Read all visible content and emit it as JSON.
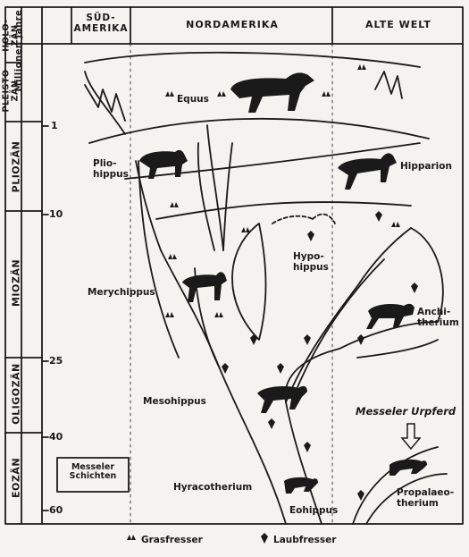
{
  "columns": {
    "sued": "SÜD-\nAMERIKA",
    "nord": "NORDAMERIKA",
    "alte": "ALTE WELT",
    "axis": "Millionen Jahre"
  },
  "epochs": {
    "holozaen": "HOLO-\nZÄN",
    "pleistozaen": "PLEISTO\nZÄN",
    "pliozaen": "PLIOZÄN",
    "miozaen": "MIOZÄN",
    "oligozaen": "OLIGOZÄN",
    "eozaen": "EOZÄN"
  },
  "ticks": [
    "1",
    "10",
    "25",
    "40",
    "60"
  ],
  "taxa": {
    "equus": "Equus",
    "pliohippus": "Plio-\nhippus",
    "hipparion": "Hipparion",
    "hypohippus": "Hypo-\nhippus",
    "merychippus": "Merychippus",
    "anchitherium": "Anchi-\ntherium",
    "mesohippus": "Mesohippus",
    "messeler_urpferd": "Messeler Urpferd",
    "hyracotherium": "Hyracotherium",
    "eohippus": "Eohippus",
    "propalaeotherium": "Propalaeo-\ntherium",
    "messeler_schichten": "Messeler\nSchichten"
  },
  "legend": {
    "grass": "Grasfresser",
    "leaf": "Laubfresser"
  }
}
